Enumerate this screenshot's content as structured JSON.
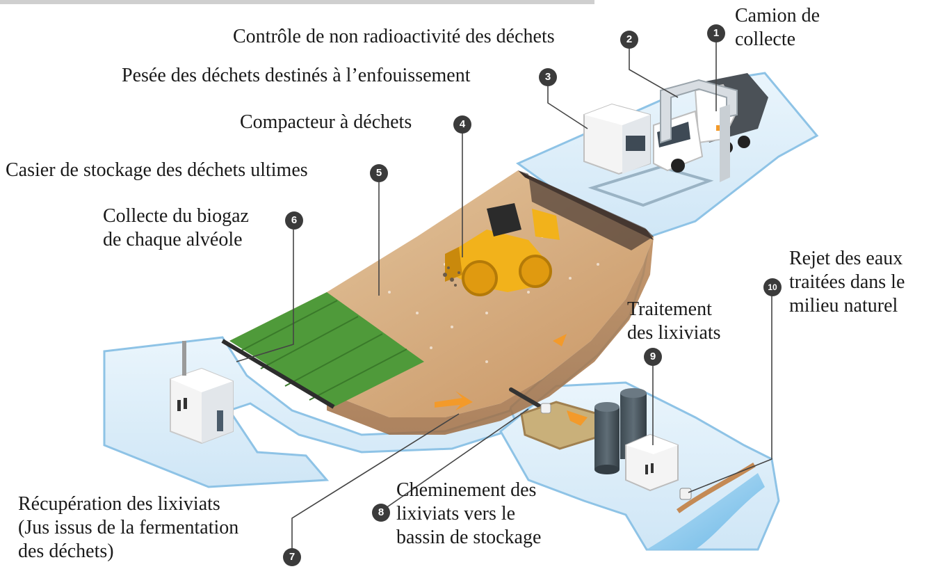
{
  "labels": {
    "l1": {
      "num": "1",
      "text": "Camion de\ncollecte"
    },
    "l2": {
      "num": "2",
      "text": "Contrôle de non radioactivité des déchets"
    },
    "l3": {
      "num": "3",
      "text": "Pesée des déchets destinés à l’enfouissement"
    },
    "l4": {
      "num": "4",
      "text": "Compacteur à déchets"
    },
    "l5": {
      "num": "5",
      "text": "Casier de stockage des déchets  ultimes"
    },
    "l6": {
      "num": "6",
      "text": "Collecte du biogaz\nde chaque alvéole"
    },
    "l7": {
      "num": "7",
      "text": "Récupération des lixiviats\n(Jus issus de la fermentation\ndes déchets)"
    },
    "l8": {
      "num": "8",
      "text": "Cheminement des\nlixiviats vers le\nbassin de stockage"
    },
    "l9": {
      "num": "9",
      "text": "Traitement\ndes lixiviats"
    },
    "l10": {
      "num": "10",
      "text": "Rejet des eaux\ntraitées dans le\nmilieu naturel"
    }
  },
  "colors": {
    "ground": "#d9ecf8",
    "groundEdge": "#8ec3e6",
    "soil": "#c99a6a",
    "soilLight": "#e1c29a",
    "grass": "#4f9a3a",
    "machine": "#f2b21b",
    "badge": "#3b3b3b"
  }
}
